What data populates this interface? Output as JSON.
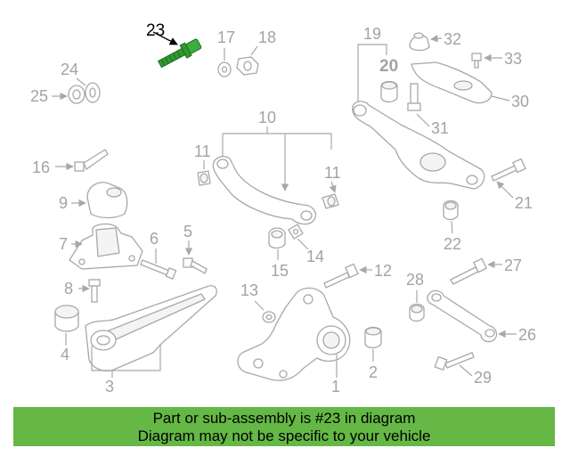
{
  "highlight": {
    "part_number": "23",
    "color": "#2e9a30"
  },
  "callouts": {
    "c1": "1",
    "c2": "2",
    "c3": "3",
    "c4": "4",
    "c5": "5",
    "c6": "6",
    "c7": "7",
    "c8": "8",
    "c9": "9",
    "c10": "10",
    "c11a": "11",
    "c11b": "11",
    "c12": "12",
    "c13": "13",
    "c14": "14",
    "c15": "15",
    "c16": "16",
    "c17": "17",
    "c18": "18",
    "c19": "19",
    "c20": "20",
    "c21": "21",
    "c22": "22",
    "c23": "23",
    "c24": "24",
    "c25": "25",
    "c26": "26",
    "c27": "27",
    "c28": "28",
    "c29": "29",
    "c30": "30",
    "c31": "31",
    "c32": "32",
    "c33": "33"
  },
  "banner": {
    "line1": "Part or sub-assembly is #23 in diagram",
    "line2": "Diagram may not be specific to your vehicle",
    "background": "#65b845"
  }
}
